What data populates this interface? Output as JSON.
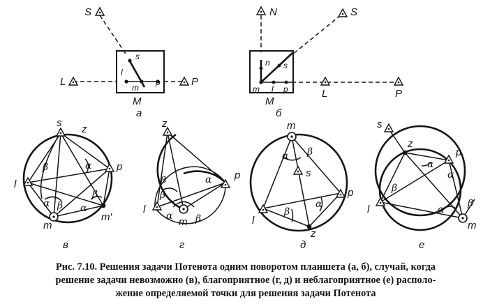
{
  "diagram": {
    "panel_a": {
      "points": [
        "S",
        "L",
        "P",
        "s",
        "l",
        "m",
        "p"
      ],
      "tablet": "M",
      "caption": "а"
    },
    "panel_b": {
      "points": [
        "N",
        "S",
        "L",
        "P",
        "n",
        "s",
        "m",
        "l",
        "p"
      ],
      "tablet": "M",
      "caption": "б"
    },
    "panel_v": {
      "points": [
        "s",
        "z",
        "l",
        "p",
        "m",
        "m′"
      ],
      "angles": [
        "α",
        "β"
      ],
      "caption": "в"
    },
    "panel_g": {
      "points": [
        "z",
        "l",
        "p",
        "m"
      ],
      "angles": [
        "α",
        "β"
      ],
      "caption": "г"
    },
    "panel_d": {
      "points": [
        "m",
        "s",
        "l",
        "p",
        "z"
      ],
      "angles": [
        "α",
        "β"
      ],
      "caption": "д"
    },
    "panel_e": {
      "points": [
        "s",
        "z",
        "p",
        "l",
        "m"
      ],
      "angles": [
        "α",
        "β"
      ],
      "caption": "е"
    }
  },
  "caption": {
    "line1": "Рис. 7.10. Решения задачи Потенота одним поворотом планшета (а, б), случай, когда",
    "line2": "решение задачи невозможно (в), благоприятное (г, д) и неблагоприятное (е) располо-",
    "line3": "жение определяемой точки для решения задачи Потенота"
  }
}
